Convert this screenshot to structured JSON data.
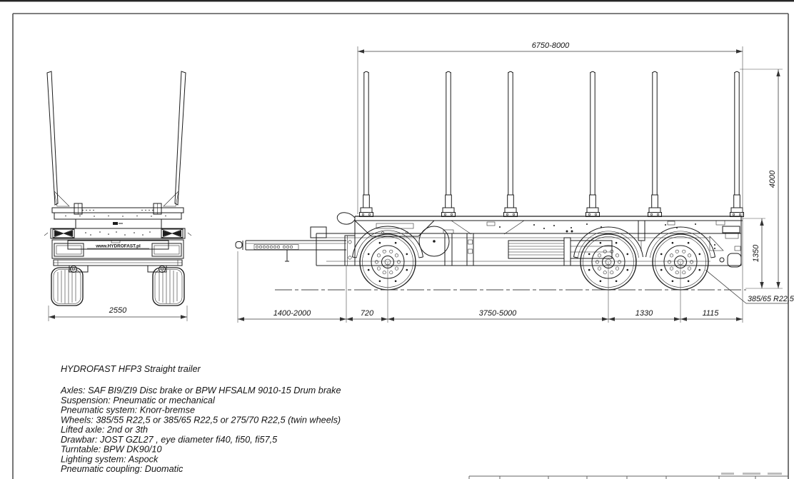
{
  "rear_view": {
    "width_dim": "2550",
    "brand_text": "www.HYDROFAST.pl"
  },
  "side_view": {
    "length_dim": "6750-8000",
    "overall_height_dim": "4000",
    "platform_height_dim": "1350",
    "tire_label": "385/65 R22,5",
    "bottom_dims": [
      "1400-2000",
      "720",
      "3750-5000",
      "1330",
      "1115"
    ]
  },
  "specs": {
    "title": "HYDROFAST HFP3 Straight trailer",
    "lines": [
      "Axles: SAF BI9/ZI9 Disc brake or BPW HFSALM 9010-15 Drum brake",
      "Suspension: Pneumatic or mechanical",
      "Pneumatic system: Knorr-bremse",
      "Wheels: 385/55 R22,5 or 385/65 R22,5 or 275/70 R22,5 (twin wheels)",
      "Lifted axle: 2nd or 3th",
      "Drawbar: JOST GZL27 , eye diameter fi40, fi50, fi57,5",
      "Turntable: BPW DK90/10",
      "Lighting system: Aspock",
      "Pneumatic coupling: Duomatic"
    ]
  }
}
